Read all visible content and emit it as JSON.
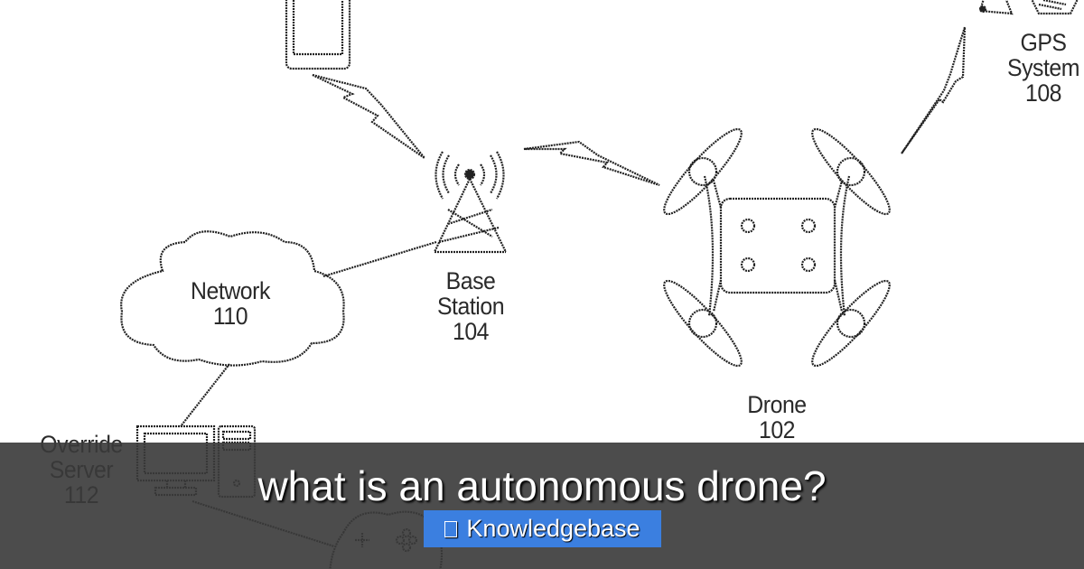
{
  "diagram": {
    "nodes": [
      {
        "id": "drone",
        "label": "Drone",
        "ref": "102"
      },
      {
        "id": "base_station",
        "label": "Base Station",
        "line1": "Base",
        "line2": "Station",
        "ref": "104"
      },
      {
        "id": "gps",
        "label": "GPS System",
        "line1": "GPS",
        "line2": "System",
        "ref": "108"
      },
      {
        "id": "network",
        "label": "Network",
        "ref": "110"
      },
      {
        "id": "override_server",
        "label": "Override Server",
        "line1": "Override",
        "line2": "Server",
        "ref": "112"
      }
    ],
    "links": [
      {
        "from": "mobile-device",
        "to": "base_station",
        "type": "wireless"
      },
      {
        "from": "base_station",
        "to": "drone",
        "type": "wireless"
      },
      {
        "from": "drone",
        "to": "gps",
        "type": "wireless"
      },
      {
        "from": "base_station",
        "to": "network",
        "type": "wired"
      },
      {
        "from": "network",
        "to": "override_server",
        "type": "wired"
      },
      {
        "from": "override_server",
        "to": "game-controller",
        "type": "wired"
      }
    ]
  },
  "overlay": {
    "headline": "what is an autonomous drone?",
    "button_label": "Knowledgebase",
    "button_icon": "square-icon",
    "button_color": "#3b7fe0",
    "band_color": "#3a3a3a"
  }
}
